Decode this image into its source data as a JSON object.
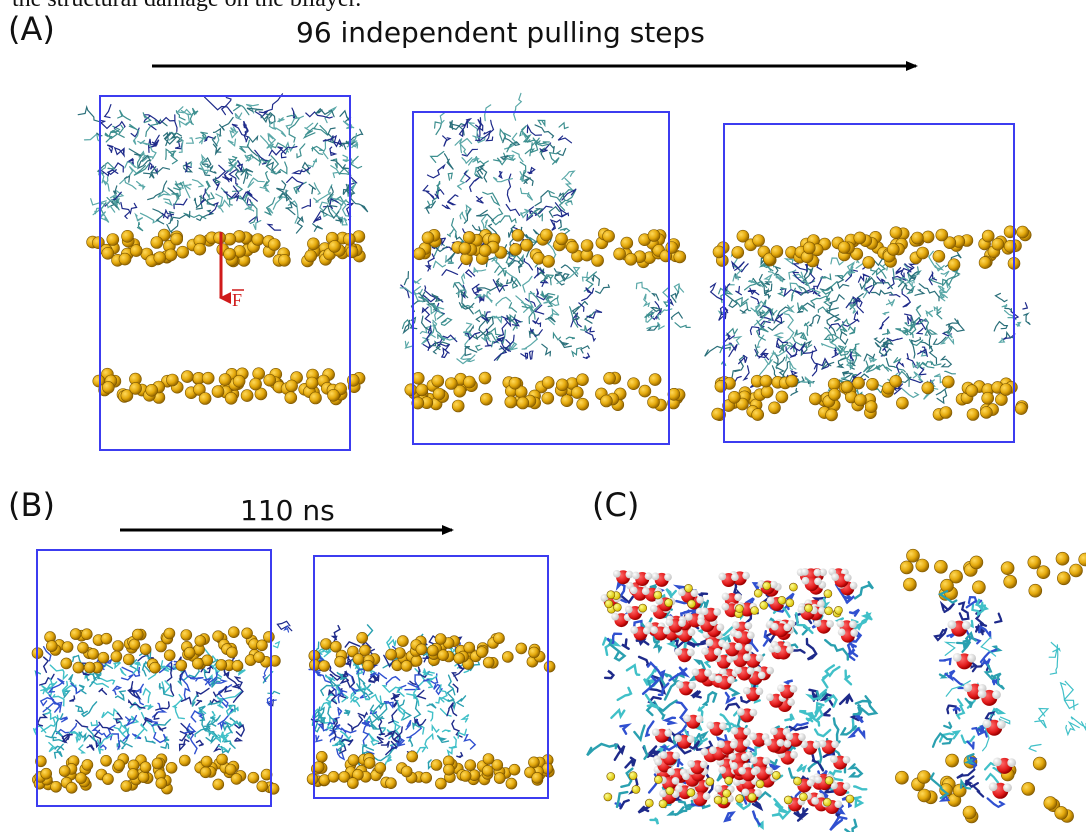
{
  "caption_fragment": "the structural damage on the bilayer.",
  "panels": {
    "a": {
      "label": "(A)",
      "arrow_text": "96 independent pulling steps",
      "force_label": "F"
    },
    "b": {
      "label": "(B)",
      "arrow_text": "110 ns"
    },
    "c": {
      "label": "(C)"
    }
  },
  "colors": {
    "box": "#3c3cf0",
    "head_bead": "#e4a90c",
    "head_bead_dark": "#b57e00",
    "lipid_tail": "#3d8f8f",
    "lipid_dark": "#1e2a8a",
    "water_red": "#e01818",
    "water_white": "#ffffff",
    "force_arrow": "#d01a1a",
    "cyan_tail": "#40c0c8",
    "yellow_bead": "#f5e000"
  }
}
